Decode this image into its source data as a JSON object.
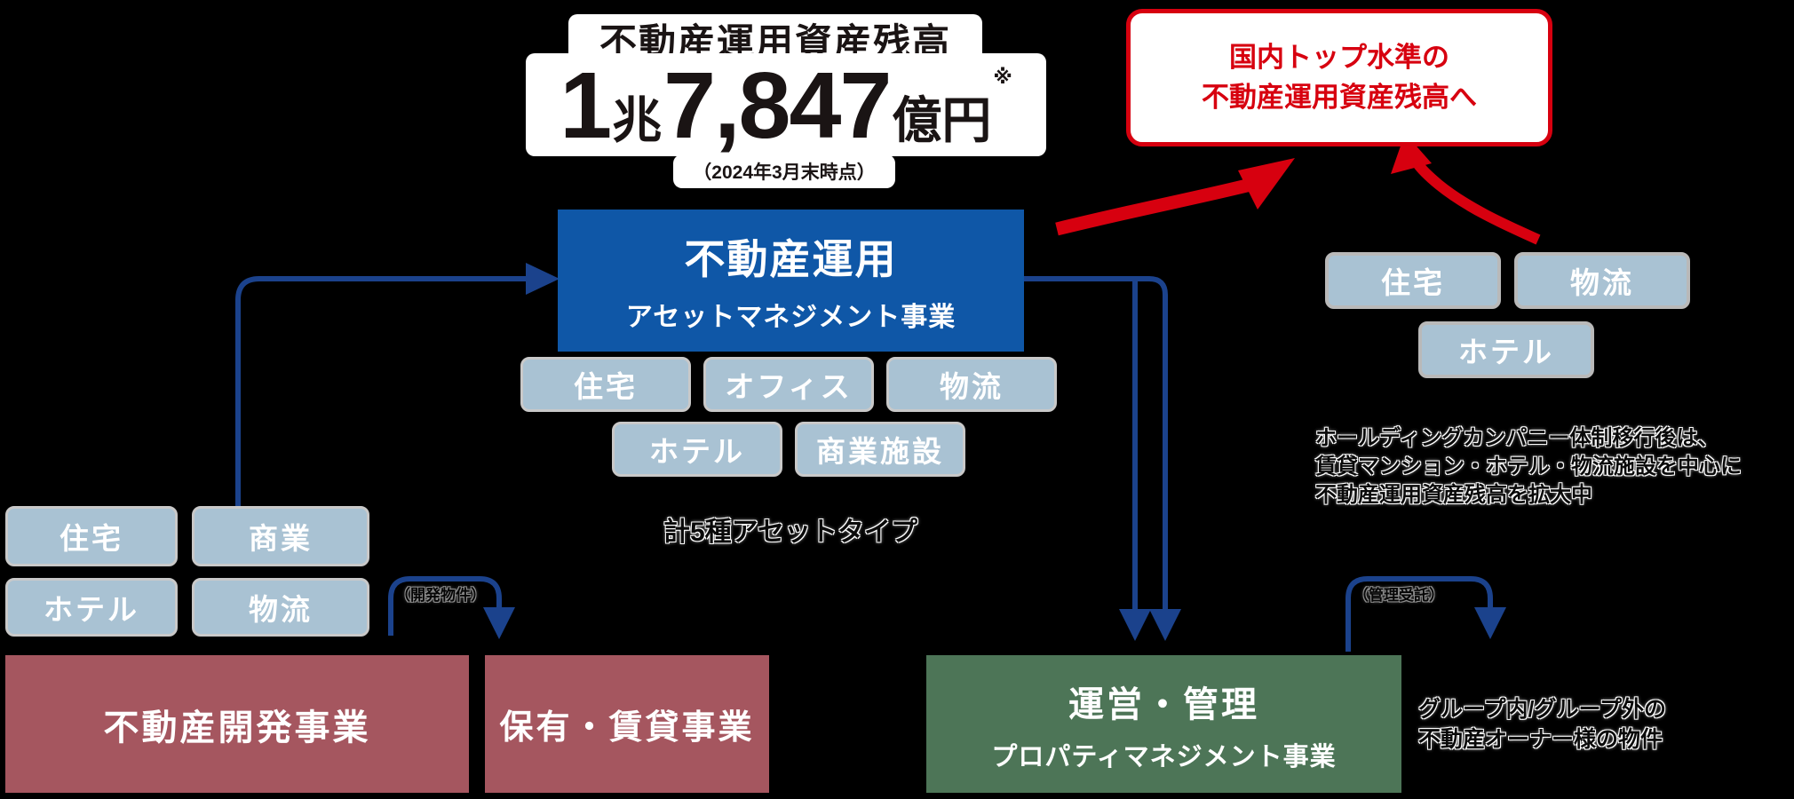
{
  "colors": {
    "background": "#000000",
    "accent_red": "#d7000f",
    "navy_arrow": "#1b428c",
    "am_blue": "#0f57a7",
    "asset_gray_blue": "#a9c2d3",
    "segment_maroon": "#a5565f",
    "segment_green": "#4d7557",
    "panel_white": "#ffffff"
  },
  "header": {
    "title": "不動産運用資産残高",
    "amount_int": "1",
    "amount_unit1": "兆",
    "amount_main": "7,847",
    "amount_unit2": "億円",
    "amount_note_mark": "※",
    "caption": "（2024年3月末時点）"
  },
  "goal_box": {
    "line1": "国内トップ水準の",
    "line2": "不動産運用資産残高へ"
  },
  "am_box": {
    "title": "不動産運用",
    "subtitle": "アセットマネジメント事業"
  },
  "am_assets": {
    "row1": [
      "住宅",
      "オフィス",
      "物流"
    ],
    "row2": [
      "ホテル",
      "商業施設"
    ],
    "caption": "計5種アセットタイプ"
  },
  "left_assets": {
    "row1": [
      "住宅",
      "商業"
    ],
    "row2": [
      "ホテル",
      "物流"
    ]
  },
  "right_assets": {
    "row1": [
      "住宅",
      "物流"
    ],
    "row2": [
      "ホテル"
    ],
    "description_lines": [
      "ホールディングカンパニー体制移行後は、",
      "賃貸マンション・ホテル・物流施設を中心に",
      "不動産運用資産残高を拡大中"
    ]
  },
  "bottom": {
    "development_label": "不動産開発事業",
    "holding_label": "保有・賃貸事業",
    "pm_title": "運営・管理",
    "pm_subtitle": "プロパティマネジメント事業",
    "pm_note_lines": [
      "グループ内/グループ外の",
      "不動産オーナー様の物件"
    ]
  },
  "connector_labels": {
    "dev_to_holding": "（開発物件）",
    "pm_external": "（管理受託）"
  }
}
